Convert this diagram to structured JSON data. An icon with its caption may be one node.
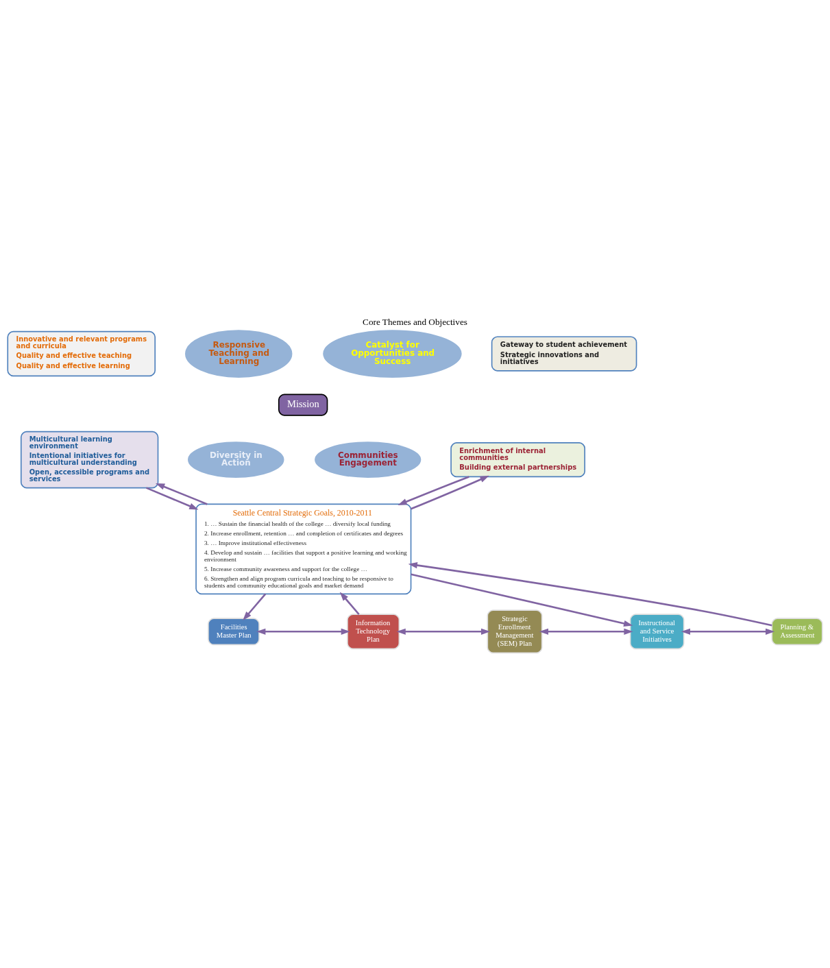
{
  "diagram": {
    "title": "Core Themes and Objectives",
    "nodes": [
      {
        "text": [
          "Innovative and relevant programs and curricula",
          "Quality and effective teaching",
          "Quality and effective learning"
        ]
      },
      {
        "text": [
          "Responsive Teaching and Learning"
        ]
      },
      {
        "text": [
          "Gateway to student achievement",
          "Strategic innovations and initiatives"
        ]
      },
      {
        "text": [
          "Catalyst for Opportunities and Success"
        ]
      },
      {
        "text": [
          "Mission"
        ]
      },
      {
        "text": [
          "Multicultural learning environment",
          "Intentional initiatives for multicultural understanding",
          "Open, accessible programs and services"
        ]
      },
      {
        "text": [
          "Diversity in Action"
        ]
      },
      {
        "text": [
          "Enrichment of internal communities",
          "Building external partnerships"
        ]
      },
      {
        "text": [
          "Communities Engagement"
        ]
      },
      {
        "text": [
          "Seattle Central Strategic Goals, 2010-2011",
          "1. … Sustain the financial health of the college … diversify local funding",
          "2. Increase enrollment, retention … and completion of certificates and degrees",
          "3. … Improve institutional effectiveness",
          "4. Develop and sustain … facilities that support a positive learning and working environment",
          "5. Increase community awareness and support for the college …",
          "6. Strengthen and align program curricula and teaching to be responsive to students and community educational goals and market demand"
        ]
      },
      {
        "text": [
          "Facilities Master Plan"
        ]
      },
      {
        "text": [
          "Information Technology Plan"
        ]
      },
      {
        "text": [
          "Strategic Enrollment Management (SEM) Plan"
        ]
      },
      {
        "text": [
          "Instructional and Service Initiatives"
        ]
      },
      {
        "text": [
          "Planning & Assessment"
        ]
      }
    ],
    "edges": [
      {
        "from": 5,
        "to": 9,
        "arrow": "to"
      },
      {
        "from": 9,
        "to": 5,
        "arrow": "to"
      },
      {
        "from": 7,
        "to": 9,
        "arrow": "to"
      },
      {
        "from": 9,
        "to": 7,
        "arrow": "to"
      },
      {
        "from": 9,
        "to": 10,
        "arrow": "to"
      },
      {
        "from": 11,
        "to": 9,
        "arrow": "to"
      },
      {
        "from": 9,
        "to": 13,
        "arrow": "to"
      },
      {
        "from": 14,
        "to": 9,
        "arrow": "to"
      },
      {
        "from": 10,
        "to": 11,
        "arrow": "both"
      },
      {
        "from": 11,
        "to": 12,
        "arrow": "both"
      },
      {
        "from": 12,
        "to": 13,
        "arrow": "both"
      },
      {
        "from": 13,
        "to": 14,
        "arrow": "both"
      }
    ]
  }
}
